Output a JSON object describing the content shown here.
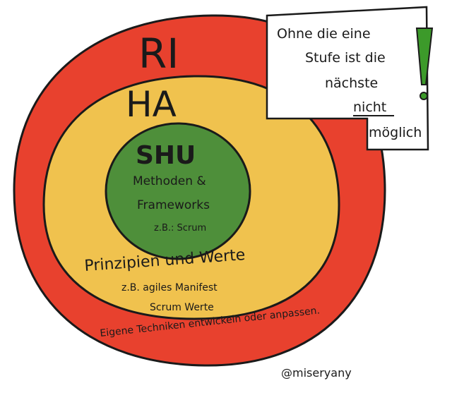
{
  "diagram": {
    "outer_ring": {
      "label": "RI",
      "color": "#e8412e",
      "description": "Eigene Techniken entwickeln oder anpassen."
    },
    "middle_ring": {
      "label": "HA",
      "color": "#f0c24e",
      "description_line1": "Prinzipien und Werte",
      "description_line2": "z.B. agiles Manifest",
      "description_line3": "Scrum Werte"
    },
    "inner_circle": {
      "label": "SHU",
      "color": "#4e8f3a",
      "line1": "Methoden &",
      "line2": "Frameworks",
      "line3": "z.B.: Scrum"
    }
  },
  "note": {
    "line1": "Ohne die eine",
    "line2": "Stufe ist die",
    "line3": "nächste",
    "line4": "nicht",
    "line5": "möglich",
    "exclamation": "!",
    "exclamation_color": "#3c9a2a"
  },
  "watermark": "@miseryany",
  "colors": {
    "outline": "#1a1a1a",
    "background": "#ffffff"
  }
}
